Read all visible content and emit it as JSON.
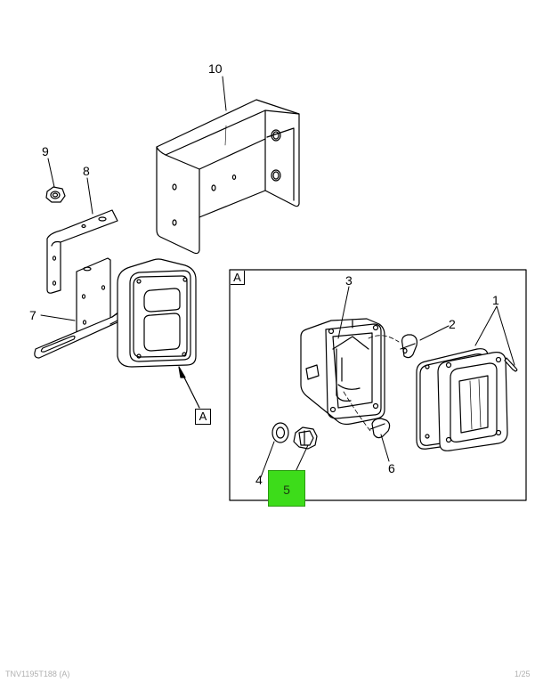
{
  "callouts": {
    "c1": "1",
    "c2": "2",
    "c3": "3",
    "c4": "4",
    "c5": "5",
    "c6": "6",
    "c7": "7",
    "c8": "8",
    "c9": "9",
    "c10": "10"
  },
  "detail": {
    "view_label": "A",
    "view_pointer_label": "A"
  },
  "highlight": {
    "color": "#3ddc1a",
    "label": "5"
  },
  "footer": {
    "left": "TNV1195T188 (A)",
    "right": "1/25"
  }
}
